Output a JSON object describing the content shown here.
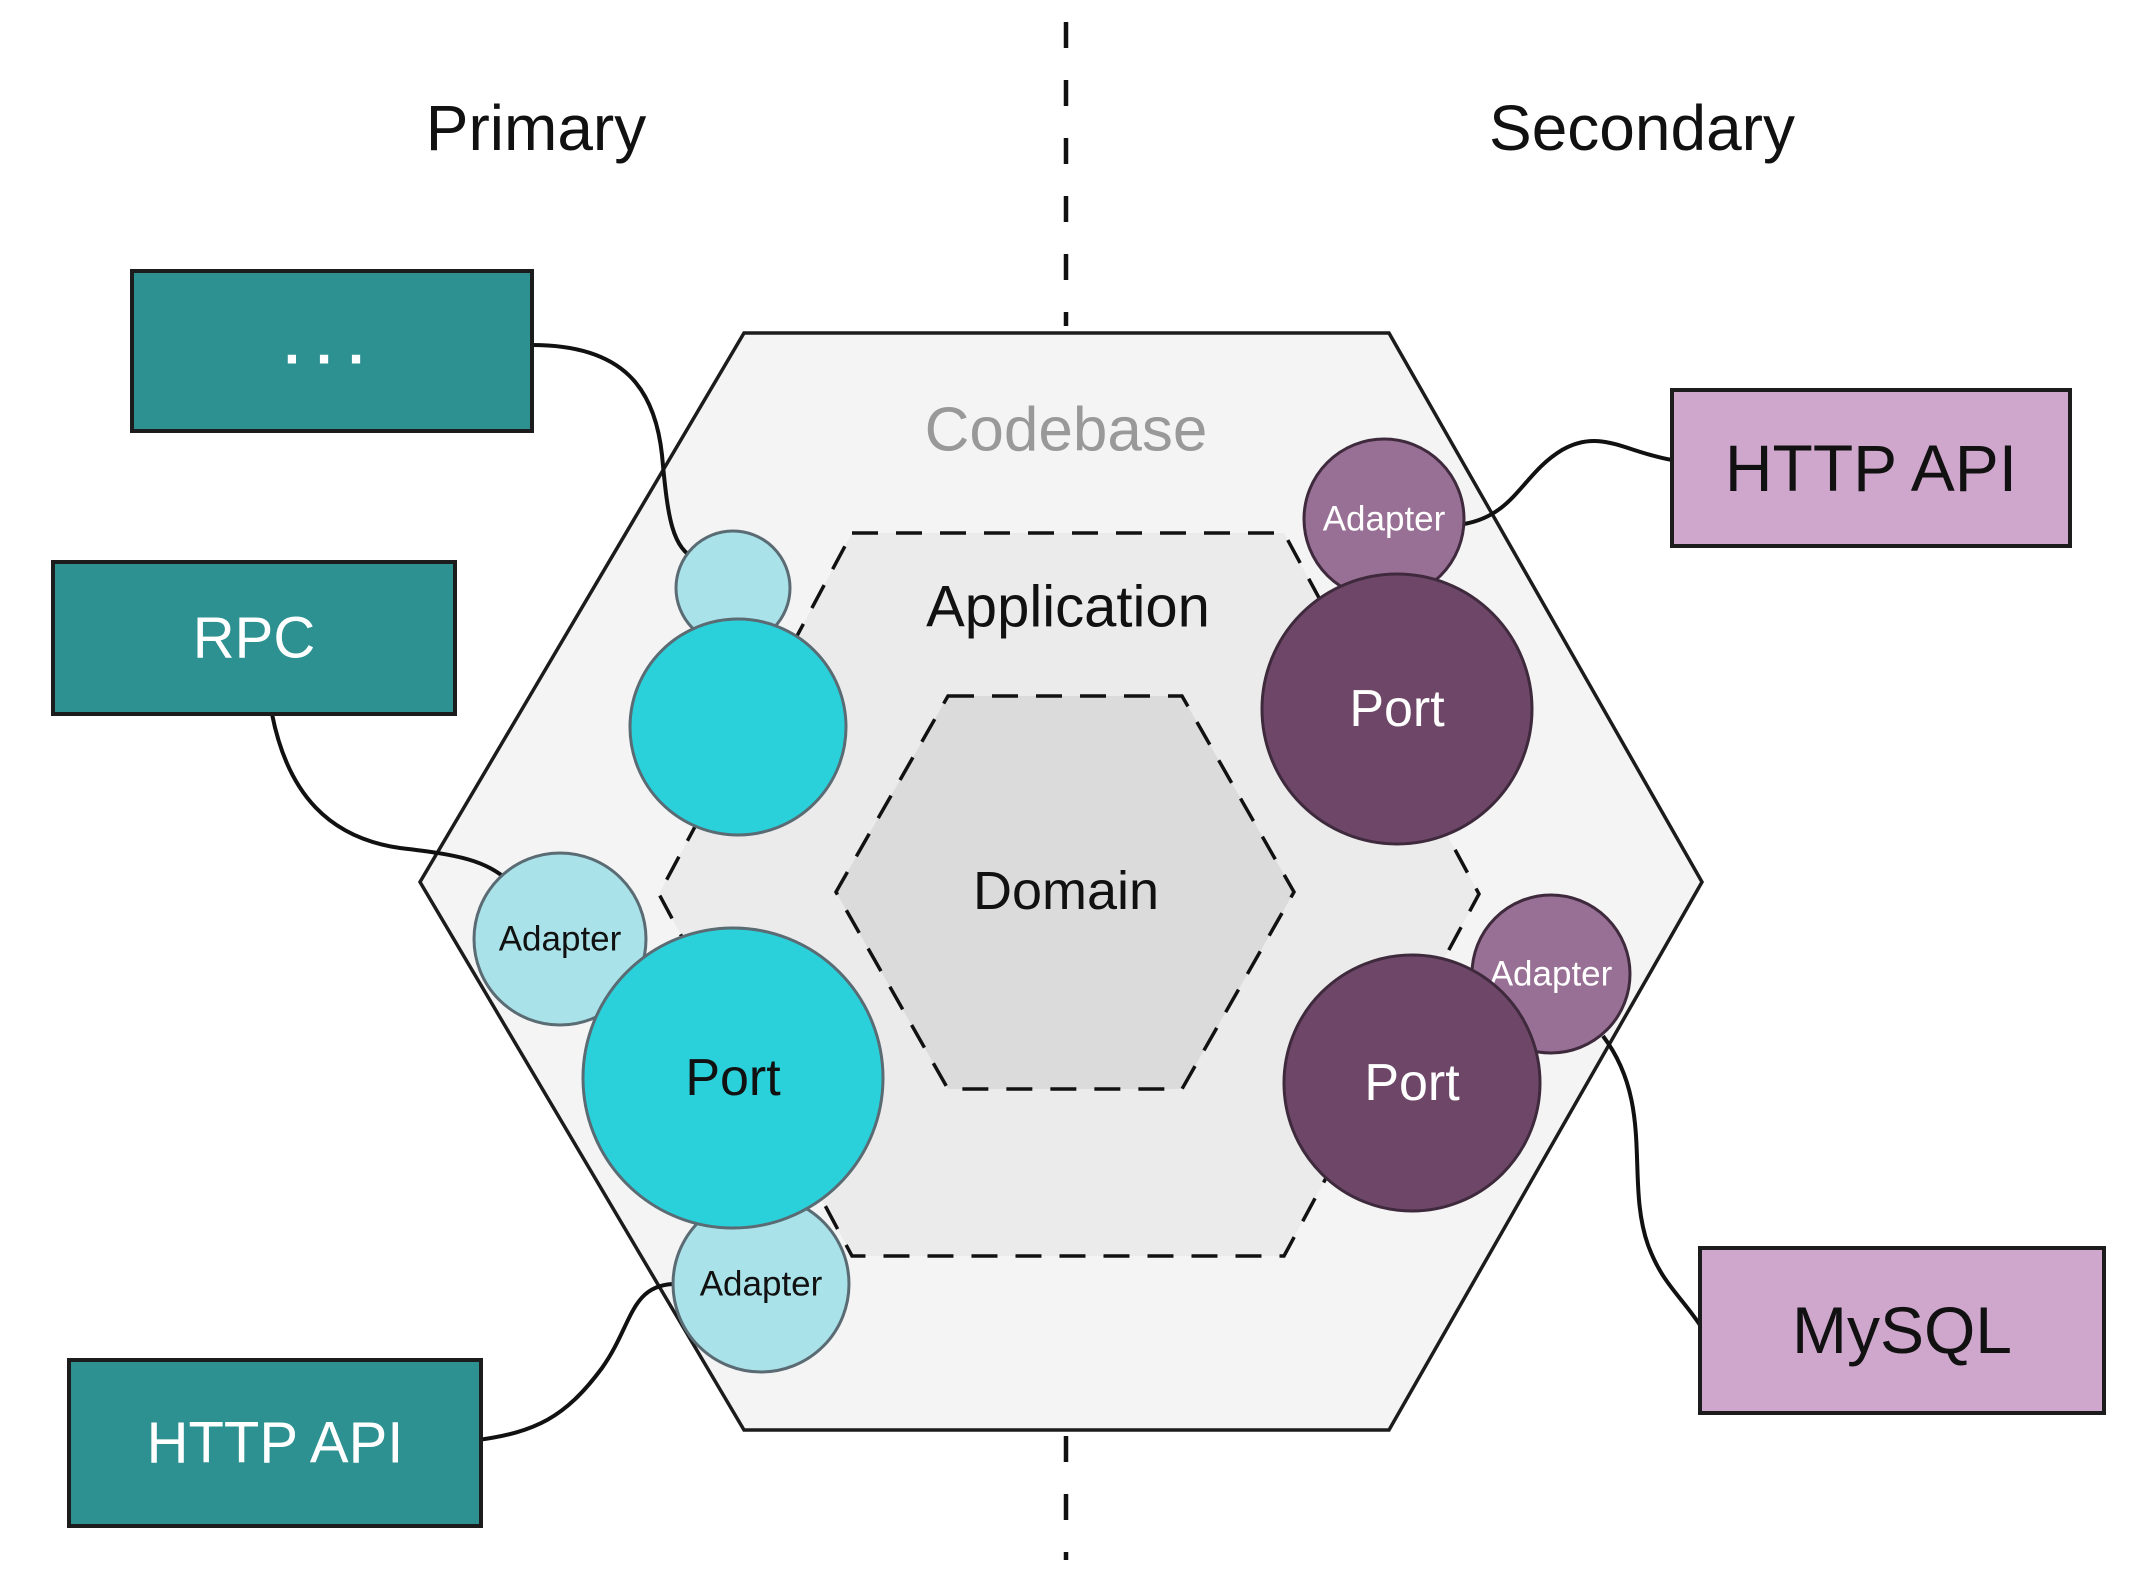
{
  "headers": {
    "primary": "Primary",
    "secondary": "Secondary"
  },
  "hexagons": {
    "codebase_label": "Codebase",
    "application_label": "Application",
    "domain_label": "Domain"
  },
  "ports_adapters": {
    "port_label": "Port",
    "adapter_label": "Adapter"
  },
  "primary_actors": [
    {
      "label": "..."
    },
    {
      "label": "RPC"
    },
    {
      "label": "HTTP API"
    }
  ],
  "secondary_actors": [
    {
      "label": "HTTP API"
    },
    {
      "label": "MySQL"
    }
  ],
  "colors": {
    "primary_actor_fill": "#2E9191",
    "secondary_actor_fill": "#CFA7CD",
    "primary_port_fill": "#2BD1DA",
    "primary_adapter_fill": "#A9E2E8",
    "secondary_port_fill": "#6E4768",
    "secondary_adapter_fill": "#997095",
    "codebase_fill": "#F4F4F4",
    "application_fill": "#EBEBEB",
    "domain_fill": "#DBDBDB",
    "codebase_text": "#999999"
  }
}
